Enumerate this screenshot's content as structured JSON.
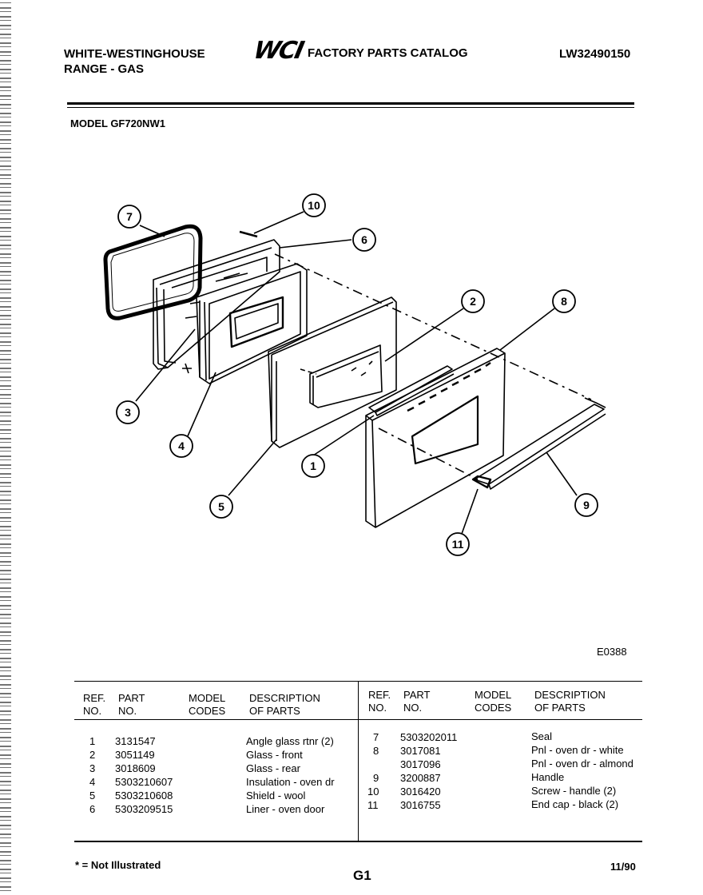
{
  "header": {
    "brand": "WHITE-WESTINGHOUSE",
    "product": "RANGE - GAS",
    "logo": "WCI",
    "catalog": "FACTORY PARTS CATALOG",
    "catalog_no": "LW32490150"
  },
  "model": "MODEL GF720NW1",
  "diagram": {
    "code": "E0388",
    "callouts": [
      "7",
      "10",
      "6",
      "2",
      "8",
      "3",
      "4",
      "1",
      "5",
      "9",
      "11"
    ]
  },
  "table": {
    "headers": {
      "ref": [
        "REF.",
        "NO."
      ],
      "part": [
        "PART",
        "NO."
      ],
      "model": [
        "MODEL",
        "CODES"
      ],
      "desc": [
        "DESCRIPTION",
        "OF PARTS"
      ]
    },
    "left": [
      {
        "ref": "1",
        "part": "3131547",
        "desc": "Angle glass rtnr (2)"
      },
      {
        "ref": "2",
        "part": "3051149",
        "desc": "Glass - front"
      },
      {
        "ref": "3",
        "part": "3018609",
        "desc": "Glass - rear"
      },
      {
        "ref": "4",
        "part": "5303210607",
        "desc": "Insulation - oven dr"
      },
      {
        "ref": "5",
        "part": "5303210608",
        "desc": "Shield - wool"
      },
      {
        "ref": "6",
        "part": "5303209515",
        "desc": "Liner - oven door"
      }
    ],
    "right": [
      {
        "ref": "7",
        "part": "5303202011",
        "desc": "Seal"
      },
      {
        "ref": "8",
        "part": "3017081",
        "desc": "Pnl - oven dr - white"
      },
      {
        "ref": "",
        "part": "3017096",
        "desc": "Pnl - oven dr - almond"
      },
      {
        "ref": "9",
        "part": "3200887",
        "desc": "Handle"
      },
      {
        "ref": "10",
        "part": "3016420",
        "desc": "Screw - handle (2)"
      },
      {
        "ref": "11",
        "part": "3016755",
        "desc": "End cap - black (2)"
      }
    ]
  },
  "footer": {
    "note": "* = Not Illustrated",
    "page": "G1",
    "date": "11/90"
  }
}
